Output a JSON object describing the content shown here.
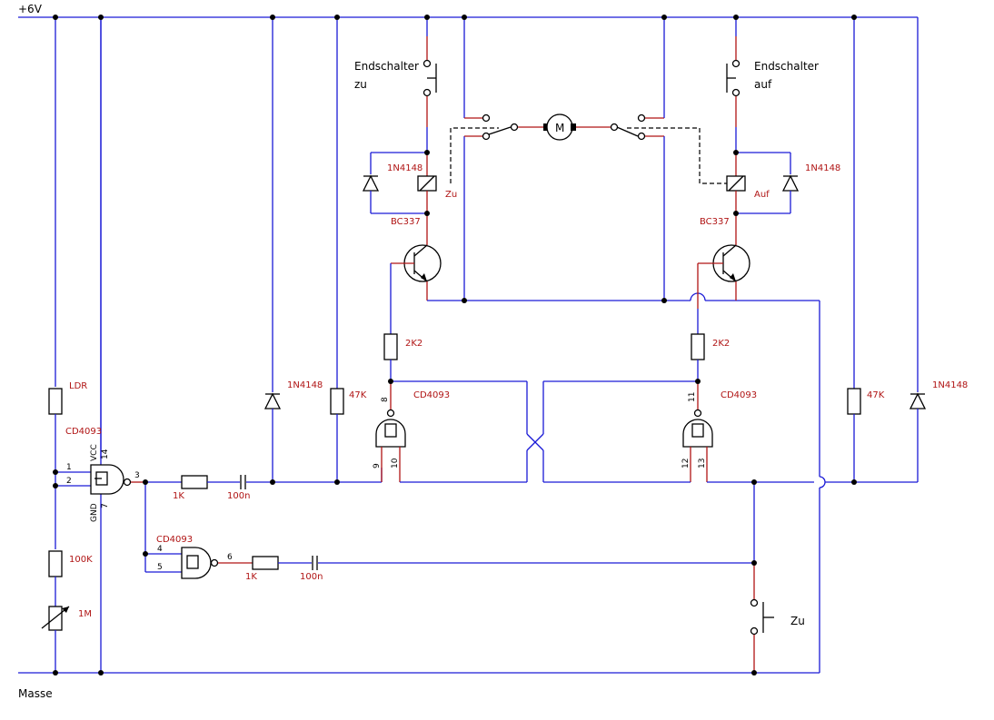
{
  "supply": {
    "plus": "+6V",
    "ground": "Masse"
  },
  "switches": {
    "limit_label": "Endschalter",
    "limit_close": "zu",
    "limit_open": "auf",
    "push_close": "Zu"
  },
  "motor": {
    "label": "M"
  },
  "relays": {
    "close": "Zu",
    "open": "Auf"
  },
  "parts": {
    "diode": "1N4148",
    "transistor": "BC337",
    "gate": "CD4093",
    "ldr": "LDR",
    "r_2k2": "2K2",
    "r_47k": "47K",
    "r_100k": "100K",
    "pot_1m": "1M",
    "r_1k": "1K",
    "c_100n": "100n"
  },
  "pins": {
    "p1": "1",
    "p2": "2",
    "p3": "3",
    "p4": "4",
    "p5": "5",
    "p6": "6",
    "p7": "7",
    "p8": "8",
    "p9": "9",
    "p10": "10",
    "p11": "11",
    "p12": "12",
    "p13": "13",
    "p14": "14",
    "vcc": "VCC",
    "gnd": "GND"
  }
}
